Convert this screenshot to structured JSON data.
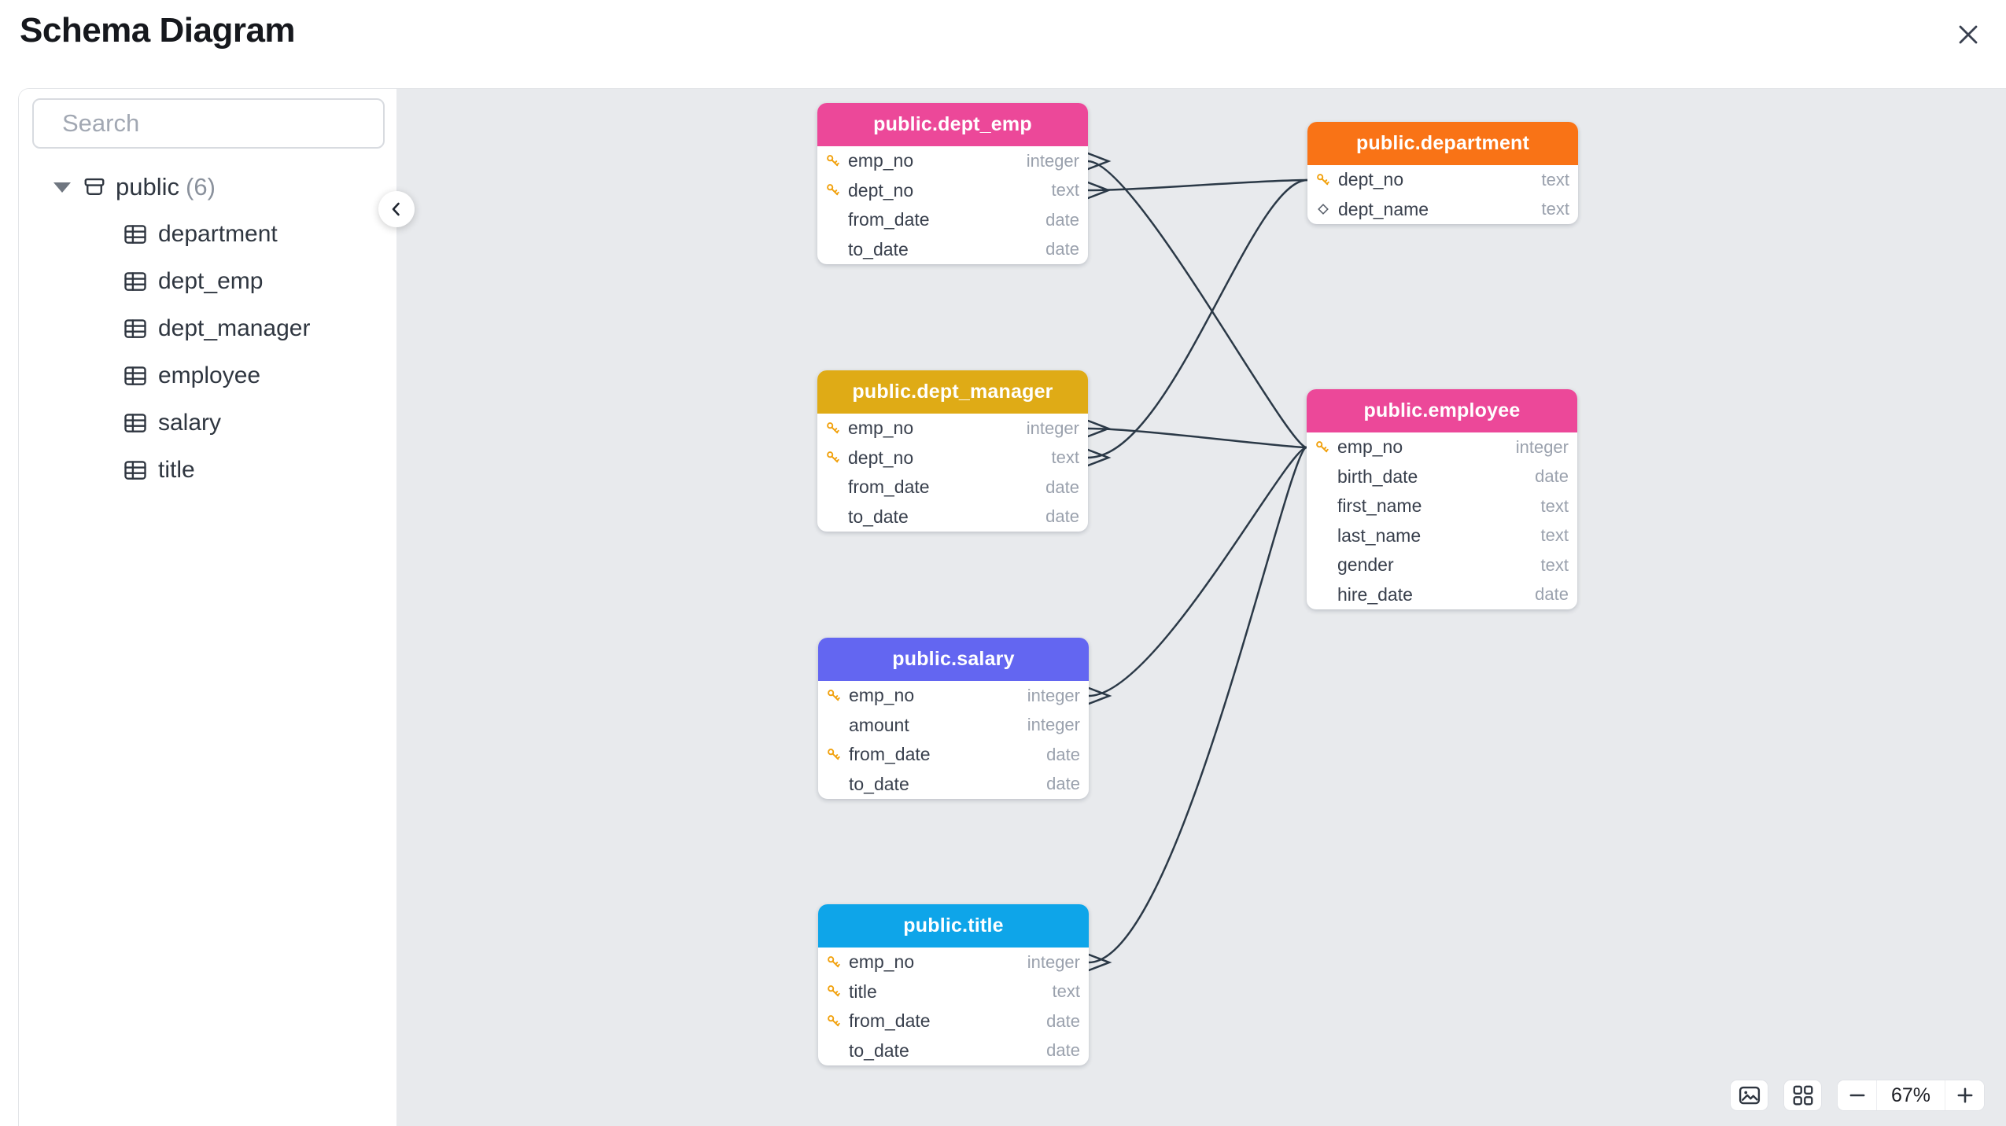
{
  "header": {
    "title": "Schema Diagram",
    "close_icon": "x"
  },
  "sidebar": {
    "search_placeholder": "Search",
    "schema": {
      "label": "public",
      "count": "(6)"
    },
    "tables": [
      "department",
      "dept_emp",
      "dept_manager",
      "employee",
      "salary",
      "title"
    ]
  },
  "diagram": {
    "canvas_color": "#e8eaed",
    "edge_color": "#2b3947",
    "key_icon_color": "#f1a10d",
    "tables": [
      {
        "title": "public.dept_emp",
        "color": "#ec4899",
        "columns": [
          {
            "name": "emp_no",
            "type": "integer",
            "icon": "key"
          },
          {
            "name": "dept_no",
            "type": "text",
            "icon": "key"
          },
          {
            "name": "from_date",
            "type": "date",
            "icon": ""
          },
          {
            "name": "to_date",
            "type": "date",
            "icon": ""
          }
        ]
      },
      {
        "title": "public.department",
        "color": "#f97316",
        "columns": [
          {
            "name": "dept_no",
            "type": "text",
            "icon": "key"
          },
          {
            "name": "dept_name",
            "type": "text",
            "icon": "diamond"
          }
        ]
      },
      {
        "title": "public.dept_manager",
        "color": "#dfab16",
        "columns": [
          {
            "name": "emp_no",
            "type": "integer",
            "icon": "key"
          },
          {
            "name": "dept_no",
            "type": "text",
            "icon": "key"
          },
          {
            "name": "from_date",
            "type": "date",
            "icon": ""
          },
          {
            "name": "to_date",
            "type": "date",
            "icon": ""
          }
        ]
      },
      {
        "title": "public.employee",
        "color": "#ec4899",
        "columns": [
          {
            "name": "emp_no",
            "type": "integer",
            "icon": "key"
          },
          {
            "name": "birth_date",
            "type": "date",
            "icon": ""
          },
          {
            "name": "first_name",
            "type": "text",
            "icon": ""
          },
          {
            "name": "last_name",
            "type": "text",
            "icon": ""
          },
          {
            "name": "gender",
            "type": "text",
            "icon": ""
          },
          {
            "name": "hire_date",
            "type": "date",
            "icon": ""
          }
        ]
      },
      {
        "title": "public.salary",
        "color": "#6366f1",
        "columns": [
          {
            "name": "emp_no",
            "type": "integer",
            "icon": "key"
          },
          {
            "name": "amount",
            "type": "integer",
            "icon": ""
          },
          {
            "name": "from_date",
            "type": "date",
            "icon": "key"
          },
          {
            "name": "to_date",
            "type": "date",
            "icon": ""
          }
        ]
      },
      {
        "title": "public.title",
        "color": "#0ea5e9",
        "columns": [
          {
            "name": "emp_no",
            "type": "integer",
            "icon": "key"
          },
          {
            "name": "title",
            "type": "text",
            "icon": "key"
          },
          {
            "name": "from_date",
            "type": "date",
            "icon": "key"
          },
          {
            "name": "to_date",
            "type": "date",
            "icon": ""
          }
        ]
      }
    ],
    "relationships": [
      {
        "from": "public.dept_emp.emp_no",
        "to": "public.employee.emp_no"
      },
      {
        "from": "public.dept_emp.dept_no",
        "to": "public.department.dept_no"
      },
      {
        "from": "public.dept_manager.emp_no",
        "to": "public.employee.emp_no"
      },
      {
        "from": "public.dept_manager.dept_no",
        "to": "public.department.dept_no"
      },
      {
        "from": "public.salary.emp_no",
        "to": "public.employee.emp_no"
      },
      {
        "from": "public.title.emp_no",
        "to": "public.employee.emp_no"
      }
    ]
  },
  "controls": {
    "zoom_level": "67%",
    "zoom_out_label": "−",
    "zoom_in_label": "+"
  }
}
